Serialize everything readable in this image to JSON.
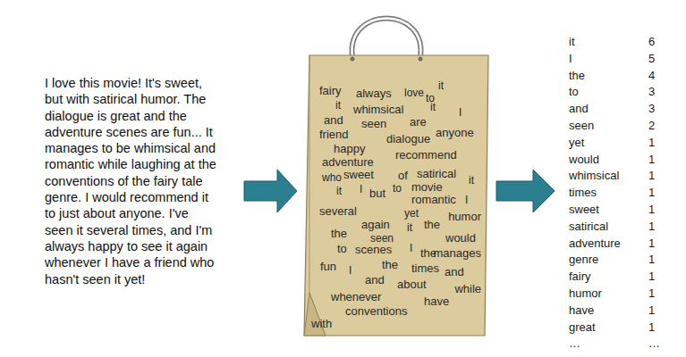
{
  "diagram": {
    "nodes": [
      {
        "text": [
          "fairy",
          "always",
          "love",
          "to",
          "it",
          "it",
          "whimsical",
          "it",
          "I",
          "and",
          "seen",
          "are",
          "friend",
          "anyone",
          "happy",
          "dialogue",
          "recommend",
          "adventure",
          "who",
          "sweet",
          "of",
          "satirical",
          "it",
          "I",
          "but",
          "to",
          "movie",
          "it",
          "romantic",
          "I",
          "yet",
          "several",
          "again",
          "it",
          "the",
          "humor",
          "the",
          "seen",
          "would",
          "to",
          "scenes",
          "I",
          "the",
          "manages",
          "fun",
          "I",
          "the",
          "times",
          "and",
          "and",
          "about",
          "while",
          "whenever",
          "have",
          "conventions",
          "with"
        ]
      }
    ],
    "labels": [
      "I love this movie! It's sweet, but with satirical humor. The dialogue is great and the adventure scenes are fun... It manages to be whimsical and romantic while laughing at the conventions of the fairy tale genre. I would recommend it to just about anyone. I've seen it several times, and I'm always happy to see it again whenever I have a friend who hasn't seen it yet!",
      "it",
      "6",
      "I",
      "5",
      "the",
      "4",
      "to",
      "3",
      "and",
      "3",
      "seen",
      "2",
      "yet",
      "1",
      "would",
      "1",
      "whimsical",
      "1",
      "times",
      "1",
      "sweet",
      "1",
      "satirical",
      "1",
      "adventure",
      "1",
      "genre",
      "1",
      "fairy",
      "1",
      "humor",
      "1",
      "have",
      "1",
      "great",
      "1",
      "…",
      "…"
    ]
  }
}
